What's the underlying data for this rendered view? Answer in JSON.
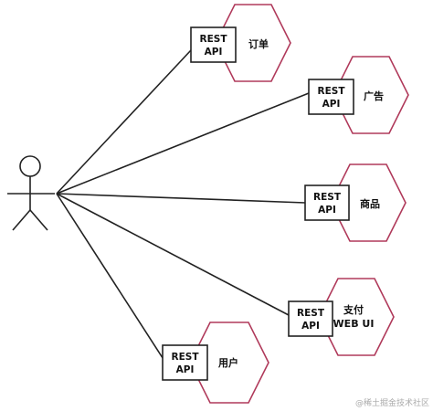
{
  "api_label_line1": "REST",
  "api_label_line2": "API",
  "hex_stroke_color": "#b03a5b",
  "line_color": "#222222",
  "services": [
    {
      "key": "order",
      "lines": [
        "订单"
      ]
    },
    {
      "key": "ads",
      "lines": [
        "广告"
      ]
    },
    {
      "key": "product",
      "lines": [
        "商品"
      ]
    },
    {
      "key": "payment",
      "lines": [
        "支付",
        "WEB UI"
      ]
    },
    {
      "key": "user",
      "lines": [
        "用户"
      ]
    }
  ],
  "watermark": "@稀土掘金技术社区"
}
